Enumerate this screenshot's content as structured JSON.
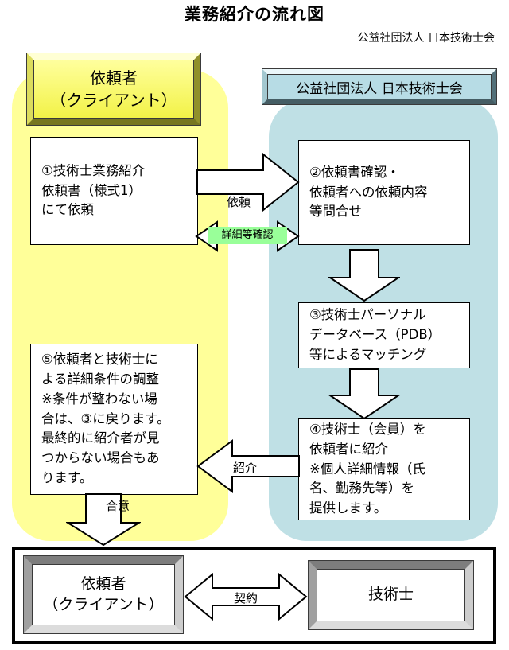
{
  "title": "業務紹介の流れ図",
  "org_caption": "公益社団法人 日本技術士会",
  "lanes": {
    "client": {
      "header": "依頼者\n（クライアント）"
    },
    "org": {
      "header": "公益社団法人 日本技術士会"
    }
  },
  "steps": {
    "s1": {
      "text": "①技術士業務紹介\n依頼書（様式1）\nにて依頼"
    },
    "s2": {
      "text": "②依頼書確認・\n依頼者への依頼内容\n等問合せ"
    },
    "s3": {
      "text": "③技術士パーソナル\nデータベース（PDB）\n等によるマッチング"
    },
    "s4": {
      "text": "④技術士（会員）を\n依頼者に紹介\n※個人詳細情報（氏\n名、勤務先等）を\n提供します。"
    },
    "s5": {
      "text": "⑤依頼者と技術士に\nよる詳細条件の調整\n※条件が整わない場\n合は、③に戻ります。\n最終的に紹介者が見\nつからない場合もあ\nります。"
    }
  },
  "arrow_labels": {
    "request": "依頼",
    "details_confirm": "詳細等確認",
    "introduce": "紹介",
    "agree": "合意",
    "contract": "契約"
  },
  "bottom": {
    "client": "依頼者\n（クライアント）",
    "engineer": "技術士"
  },
  "colors": {
    "client_lane": "#FFFF99",
    "org_lane": "#BFE0E5",
    "confirm_label_bg": "#99FF99",
    "client_header_face": "#F2F246",
    "org_header_face": "#B7DCE5"
  }
}
